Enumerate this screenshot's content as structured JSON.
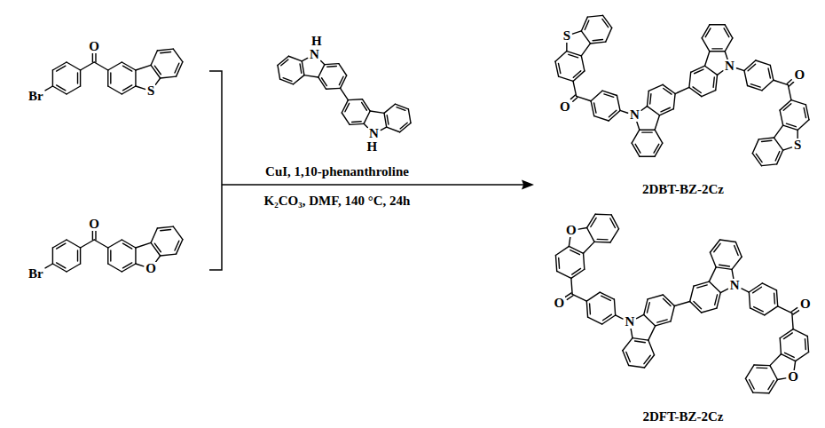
{
  "diagram": {
    "labels": [
      "O",
      "Br",
      "S",
      "O",
      "Br",
      "O",
      "H",
      "N",
      "N",
      "H",
      "CuI, 1,10-phenanthroline",
      "K₂CO₃, DMF, 140 °C, 24h",
      "S",
      "O",
      "N",
      "N",
      "O",
      "S",
      "2DBT-BZ-2Cz",
      "O",
      "O",
      "N",
      "N",
      "O",
      "O",
      "2DFT-BZ-2Cz"
    ]
  }
}
